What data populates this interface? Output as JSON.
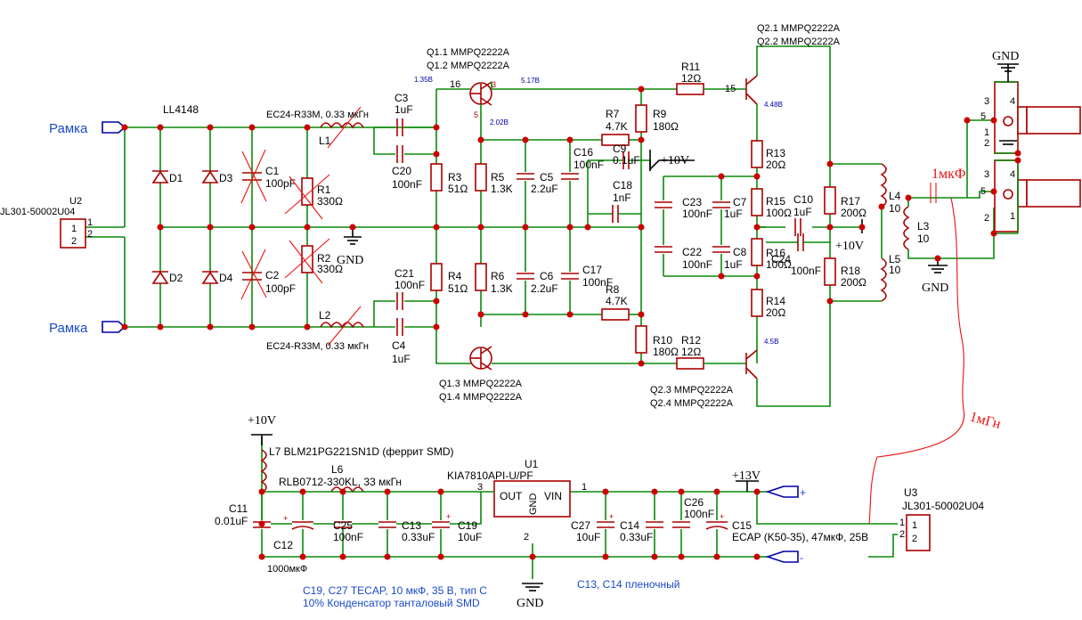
{
  "labels": {
    "ramka_top": "Рамка",
    "ramka_bottom": "Рамка",
    "u2_part": "JL301-50002U04",
    "u2_ref": "U2",
    "u2_pin1": "1",
    "u2_pin2": "2",
    "ll4148": "LL4148",
    "d1": "D1",
    "d2": "D2",
    "d3": "D3",
    "d4": "D4",
    "c1": "C1",
    "c1_val": "100pF",
    "c2": "C2",
    "c2_val": "100pF",
    "r1": "R1",
    "r1_val": "330Ω",
    "r2": "R2",
    "r2_val": "330Ω",
    "gnd_mid": "GND",
    "l1_part": "EC24-R33M, 0.33 мкГн",
    "l1": "L1",
    "l2_part": "EC24-R33M, 0.33 мкГн",
    "l2": "L2",
    "c3": "C3",
    "c3_val": "1uF",
    "c20": "C20",
    "c20_val": "100nF",
    "c21": "C21",
    "c21_val": "100nF",
    "c4": "C4",
    "c4_val": "1uF",
    "q1_top_a": "Q1.1 MMPQ2222A",
    "q1_top_b": "Q1.2 MMPQ2222A",
    "q1_bot_a": "Q1.3 MMPQ2222A",
    "q1_bot_b": "Q1.4 MMPQ2222A",
    "v_135": "1.35В",
    "v_517": "5.17В",
    "v_202": "2.02В",
    "pin16": "16",
    "pin3": "3",
    "pin15": "15",
    "pin5_top": "5",
    "r3": "R3",
    "r3_val": "51Ω",
    "r4": "R4",
    "r4_val": "51Ω",
    "r5": "R5",
    "r5_val": "1.3K",
    "r6": "R6",
    "r6_val": "1.3K",
    "c5": "C5",
    "c5_val": "2.2uF",
    "c6": "C6",
    "c6_val": "2.2uF",
    "r7": "R7",
    "r7_val": "4.7K",
    "r8": "R8",
    "r8_val": "4.7K",
    "c16": "C16",
    "c16_val": "100nF",
    "c17": "C17",
    "c17_val": "100nF",
    "c9": "C9",
    "c9_val": "0.1uF",
    "c18": "C18",
    "c18_val": "1nF",
    "v10_top": "+10V",
    "r9": "R9",
    "r9_val": "180Ω",
    "r10": "R10",
    "r10_val": "180Ω",
    "r11": "R11",
    "r11_val": "12Ω",
    "r12": "R12",
    "r12_val": "12Ω",
    "q2_top_a": "Q2.1 MMPQ2222A",
    "q2_top_b": "Q2.2 MMPQ2222A",
    "q2_bot_a": "Q2.3 MMPQ2222A",
    "q2_bot_b": "Q2.4 MMPQ2222A",
    "v_448": "4.48В",
    "v_45": "4.5В",
    "r13": "R13",
    "r13_val": "20Ω",
    "r14": "R14",
    "r14_val": "20Ω",
    "r15": "R15",
    "r15_val": "100Ω",
    "r16": "R16",
    "r16_val": "100Ω",
    "c23": "C23",
    "c23_val": "100nF",
    "c22": "C22",
    "c22_val": "100nF",
    "c7": "C7",
    "c7_val": "1uF",
    "c8": "C8",
    "c8_val": "1uF",
    "c10": "C10",
    "c10_val": "1uF",
    "c24": "C24",
    "c24_val": "100nF",
    "v10_mid": "+10V",
    "r17": "R17",
    "r17_val": "200Ω",
    "r18": "R18",
    "r18_val": "200Ω",
    "l4": "L4",
    "l4_val": "10",
    "l3": "L3",
    "l3_val": "10",
    "l5": "L5",
    "l5_val": "10",
    "gnd_conn_top": "GND",
    "gnd_right": "GND",
    "conn_pins": [
      "3",
      "4",
      "5",
      "1",
      "2",
      "3",
      "4",
      "5",
      "1",
      "2"
    ],
    "hand_1mkf": "1мкФ",
    "hand_1mgn": "1мГн",
    "v10_psu": "+10V",
    "l7": "L7 BLM21PG221SN1D (феррит SMD)",
    "l6_part": "RLB0712-330KL, 33 мкГн",
    "l6": "L6",
    "u1_part": "KIA7810API-U/PF",
    "u1_ref": "U1",
    "u1_out": "OUT",
    "u1_gnd": "GND",
    "u1_vin": "VIN",
    "u1_pin3": "3",
    "u1_pin1": "1",
    "u1_pin2": "2",
    "c11": "C11",
    "c11_val": "0.01uF",
    "c12": "C12",
    "c12_val": "1000мкФ",
    "c25": "C25",
    "c25_val": "100nF",
    "c13": "C13",
    "c13_val": "0.33uF",
    "c19": "C19",
    "c19_val": "10uF",
    "c27": "C27",
    "c27_val": "10uF",
    "c14": "C14",
    "c14_val": "0.33uF",
    "c26": "C26",
    "c26_val": "100nF",
    "c15": "C15",
    "c15_val": "ECAP (K50-35), 47мкФ, 25В",
    "v13": "+13V",
    "plus": "+",
    "minus": "-",
    "u3_ref": "U3",
    "u3_part": "JL301-50002U04",
    "u3_pin1": "1",
    "u3_pin2": "2",
    "note_tant_1": "C19, C27 TECAP, 10 мкФ, 35 В, тип С",
    "note_tant_2": "10% Конденсатор танталовый SMD",
    "note_film": "C13, C14 пленочный",
    "gnd_psu": "GND"
  }
}
